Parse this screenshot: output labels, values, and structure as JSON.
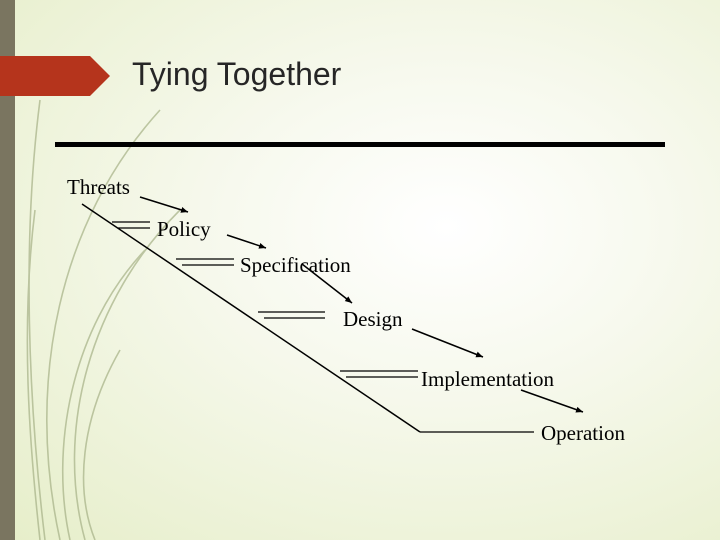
{
  "slide": {
    "title": "Tying Together"
  },
  "diagram": {
    "steps": [
      "Threats",
      "Policy",
      "Specification",
      "Design",
      "Implementation",
      "Operation"
    ]
  },
  "colors": {
    "accent": "#b5341c",
    "side_bar": "#7a7560",
    "background": "#eef3dc",
    "decor_strokes": "#a9b48a"
  }
}
